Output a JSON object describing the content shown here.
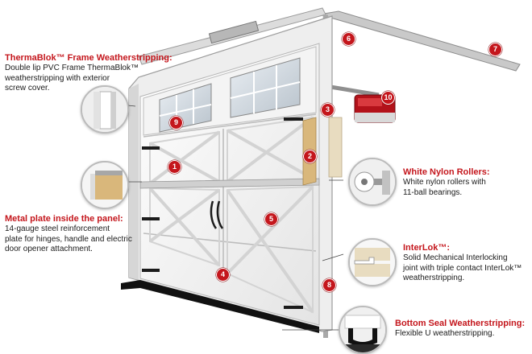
{
  "callouts": {
    "thermablok": {
      "title": "ThermaBlok™ Frame Weatherstripping:",
      "desc": [
        "Double lip PVC Frame ThermaBlok™",
        "weatherstripping with exterior",
        "screw cover."
      ]
    },
    "metal_plate": {
      "title": "Metal plate inside the panel:",
      "desc": [
        "14-gauge steel reinforcement",
        "plate for hinges, handle and electric",
        "door opener attachment."
      ]
    },
    "rollers": {
      "title": "White Nylon Rollers:",
      "desc": [
        "White nylon rollers with",
        "11-ball bearings."
      ]
    },
    "interlok": {
      "title": "InterLok™:",
      "desc": [
        "Solid Mechanical Interlocking",
        "joint with triple contact InterLok™",
        "weatherstripping."
      ]
    },
    "bottom_seal": {
      "title": "Bottom Seal Weatherstripping:",
      "desc": [
        "Flexible U weatherstripping."
      ]
    }
  },
  "markers": [
    "1",
    "2",
    "3",
    "4",
    "5",
    "6",
    "7",
    "8",
    "9",
    "10"
  ],
  "colors": {
    "accent": "#c4161c",
    "door": "#f7f7f7",
    "track": "#9a9a9a",
    "opener": "#b3121a"
  },
  "icons": [
    "weatherstrip-detail-icon",
    "metal-plate-detail-icon",
    "roller-detail-icon",
    "interlok-detail-icon",
    "bottom-seal-detail-icon"
  ]
}
